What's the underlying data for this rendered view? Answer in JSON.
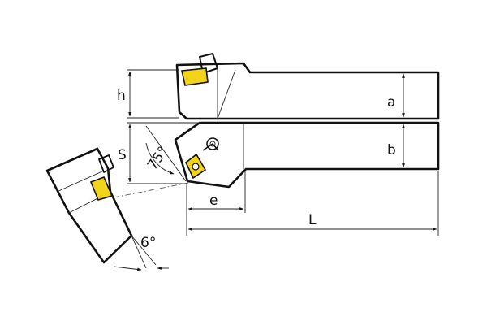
{
  "labels": {
    "h": "h",
    "a": "a",
    "s": "S",
    "angle_75": "75°",
    "b": "b",
    "e": "e",
    "L": "L",
    "angle_6": "6°"
  },
  "colors": {
    "insert": "#f2d41c",
    "line": "#111111",
    "background": "#ffffff"
  }
}
